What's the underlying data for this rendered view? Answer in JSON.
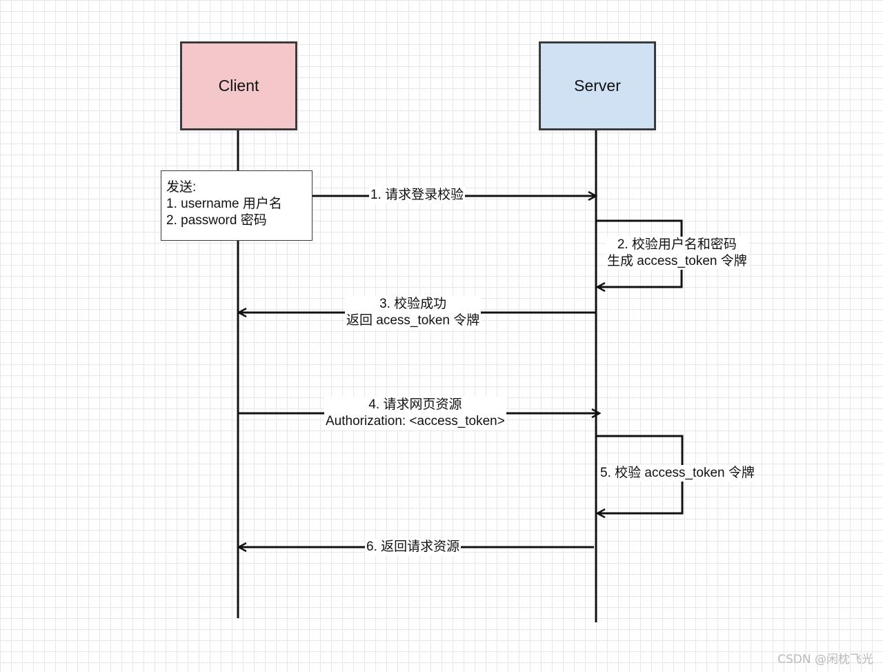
{
  "actors": {
    "client": "Client",
    "server": "Server"
  },
  "note": {
    "title": "发送:",
    "line1": "1. username 用户名",
    "line2": "2. password 密码"
  },
  "messages": {
    "m1": "1. 请求登录校验",
    "m2_line1": "2. 校验用户名和密码",
    "m2_line2": "生成 access_token 令牌",
    "m3_line1": "3. 校验成功",
    "m3_line2": "返回 acess_token 令牌",
    "m4_line1": "4. 请求网页资源",
    "m4_line2": "Authorization: <access_token>",
    "m5": "5. 校验 access_token 令牌",
    "m6": "6. 返回请求资源"
  },
  "watermark": "CSDN @闲枕飞光",
  "colors": {
    "client_fill": "#f4c8cb",
    "server_fill": "#cfe1f3",
    "line": "#111111",
    "grid": "#e6e6ee"
  }
}
